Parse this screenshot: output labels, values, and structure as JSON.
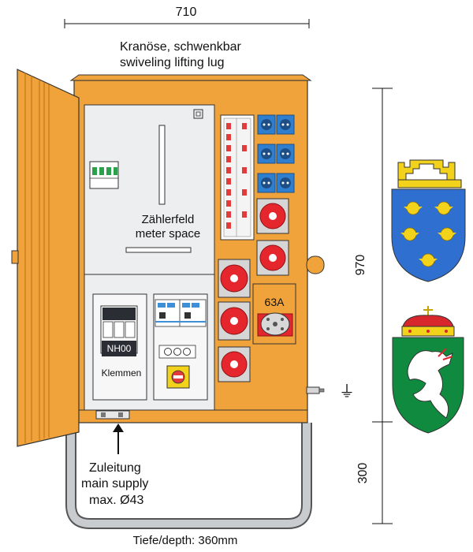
{
  "dimensions": {
    "width": "710",
    "height_cabinet": "970",
    "height_stand": "300",
    "depth": "Tiefe/depth: 360mm"
  },
  "lifting_lug": {
    "label_de": "Kranöse, schwenkbar",
    "label_en": "swiveling lifting lug"
  },
  "meter_field": {
    "label_de": "Zählerfeld",
    "label_en": "meter space"
  },
  "fuse_block": {
    "label": "NH00"
  },
  "terminals": {
    "label": "Klemmen"
  },
  "cee_socket": {
    "label": "63A"
  },
  "supply": {
    "label_de": "Zuleitung",
    "label_en": "main supply",
    "label_size": "max. Ø43"
  },
  "ground_symbol": "⏚",
  "colors": {
    "cabinet": "#f0a33a",
    "cabinet_dark": "#c97a1a",
    "panel": "#eceef0",
    "socket_red": "#e6262d",
    "socket_blue": "#2f7fd0",
    "breaker_red": "#e23b3b",
    "stand_grey": "#c9cccf"
  }
}
